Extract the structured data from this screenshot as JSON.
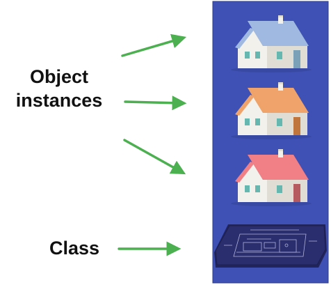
{
  "labels": {
    "instances_line1": "Object",
    "instances_line2": "instances",
    "class": "Class"
  },
  "colors": {
    "arrow": "#4caf50",
    "panel": "#3f51b5",
    "panel_border": "#2e3d8f",
    "wall": "#f3f1ec",
    "wall_side": "#e0ddd5",
    "window": "#66b7b0",
    "blueprint": "#2b2e6e",
    "blueprint_lines": "#c5cae9",
    "roof_1": "#9fb9e0",
    "roof_2": "#f0a36a",
    "roof_3": "#f07f86",
    "door_1": "#7aa1b8",
    "door_2": "#c0753d",
    "door_3": "#b65a5f"
  },
  "icons": {
    "arrows": "arrow-right-icon",
    "instance": "house-icon",
    "class": "blueprint-icon"
  }
}
